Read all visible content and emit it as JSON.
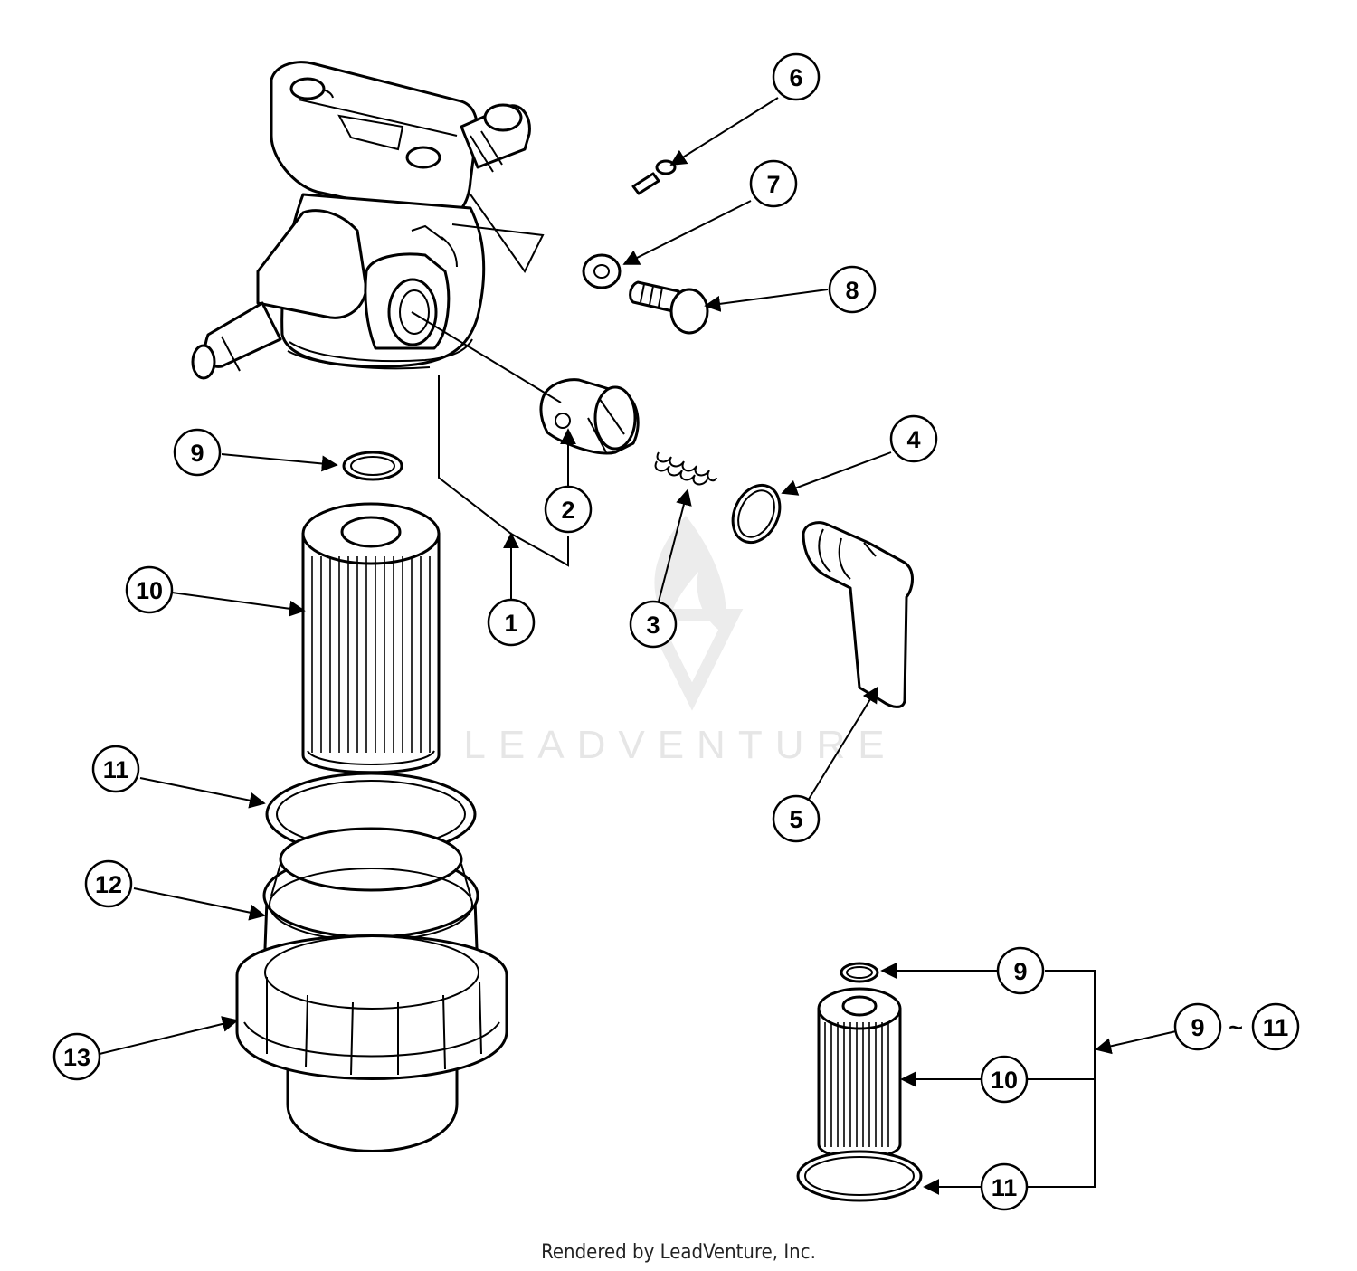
{
  "colors": {
    "line": "#000000",
    "background": "#ffffff",
    "watermark": "#e6e6e6"
  },
  "watermark": {
    "text": "LEADVENTURE",
    "icon": "leadventure-flame-logo"
  },
  "footer": {
    "text": "Rendered by LeadVenture, Inc."
  },
  "callouts": [
    {
      "label": "1"
    },
    {
      "label": "2"
    },
    {
      "label": "3"
    },
    {
      "label": "4"
    },
    {
      "label": "5"
    },
    {
      "label": "6"
    },
    {
      "label": "7"
    },
    {
      "label": "8"
    },
    {
      "label": "9"
    },
    {
      "label": "10"
    },
    {
      "label": "11"
    },
    {
      "label": "12"
    },
    {
      "label": "13"
    }
  ],
  "kit": {
    "callouts": [
      {
        "label": "9"
      },
      {
        "label": "10"
      },
      {
        "label": "11"
      }
    ],
    "range_start": "9",
    "range_separator": "~",
    "range_end": "11"
  }
}
